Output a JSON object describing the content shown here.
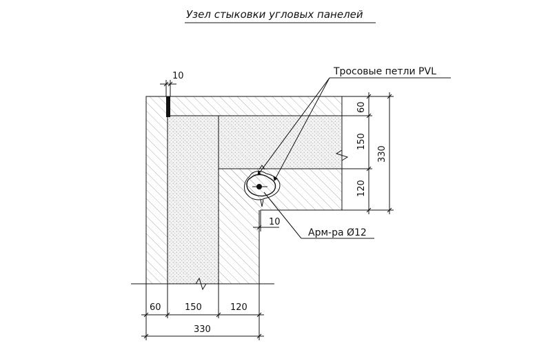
{
  "title": "Узел стыковки угловых панелей",
  "labels": {
    "rope_loops": "Тросовые петли PVL",
    "rebar": "Арм-ра Ø12"
  },
  "dims": {
    "top_gap": "10",
    "bottom_gap": "10",
    "bottom_60": "60",
    "bottom_150": "150",
    "bottom_120": "120",
    "bottom_total": "330",
    "right_60": "60",
    "right_150": "150",
    "right_120": "120",
    "right_total": "330"
  }
}
